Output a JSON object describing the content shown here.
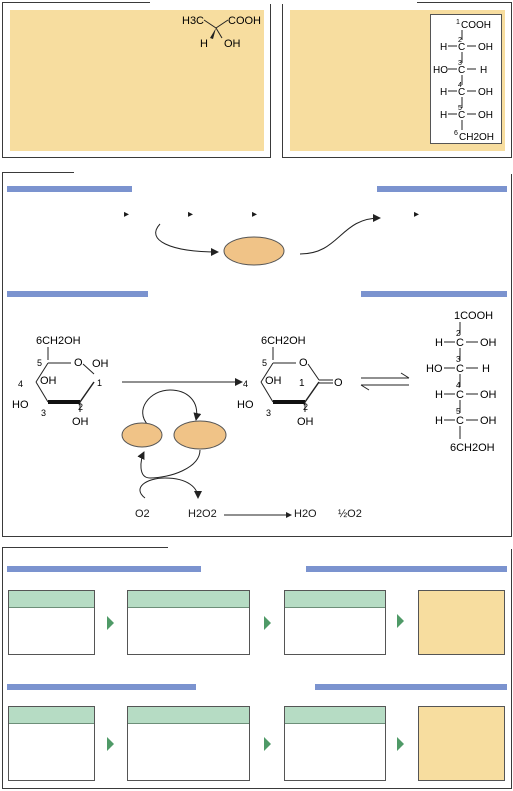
{
  "lactic_acid": {
    "h3c": "H3C",
    "cooh": "COOH",
    "h": "H",
    "oh": "OH"
  },
  "gluconic_acid_fischer": {
    "c1_num": "1",
    "c1_group": "COOH",
    "c2_num": "2",
    "c2_left": "H",
    "c2_c": "C",
    "c2_right": "OH",
    "c3_num": "3",
    "c3_left": "HO",
    "c3_c": "C",
    "c3_right": "H",
    "c4_num": "4",
    "c4_left": "H",
    "c4_c": "C",
    "c4_right": "OH",
    "c5_num": "5",
    "c5_left": "H",
    "c5_c": "C",
    "c5_right": "OH",
    "c6_num": "6",
    "c6_group": "CH2OH"
  },
  "glucose": {
    "c6": "6CH2OH",
    "c5": "5",
    "ring_o": "O",
    "c1_oh": "OH",
    "c1": "1",
    "c4": "4",
    "c4_oh_inner": "OH",
    "c3_ho": "HO",
    "c3": "3",
    "c2": "2",
    "c2_oh": "OH"
  },
  "lactone": {
    "c6": "6CH2OH",
    "c5": "5",
    "ring_o": "O",
    "c1": "1",
    "carbonyl": "O",
    "c4": "4",
    "c4_oh_inner": "OH",
    "c3_ho": "HO",
    "c3": "3",
    "c2": "2",
    "c2_oh": "OH"
  },
  "gluconic_acid_right": {
    "c1": "1COOH",
    "r2": {
      "num": "2",
      "left": "H",
      "c": "C",
      "right": "OH"
    },
    "r3": {
      "num": "3",
      "left": "HO",
      "c": "C",
      "right": "H"
    },
    "r4": {
      "num": "4",
      "left": "H",
      "c": "C",
      "right": "OH"
    },
    "r5": {
      "num": "5",
      "left": "H",
      "c": "C",
      "right": "OH"
    },
    "c6": "6CH2OH"
  },
  "cofactors": {
    "o2": "O2",
    "h2o2": "H2O2",
    "h2o": "H2O",
    "half_o2": "½O2"
  },
  "colors": {
    "tan": "#f7dd9f",
    "blue_bar": "#7b93cf",
    "enzyme": "#f0c387",
    "green_header": "#b6dcc4",
    "green_arrow": "#4f9a67"
  }
}
